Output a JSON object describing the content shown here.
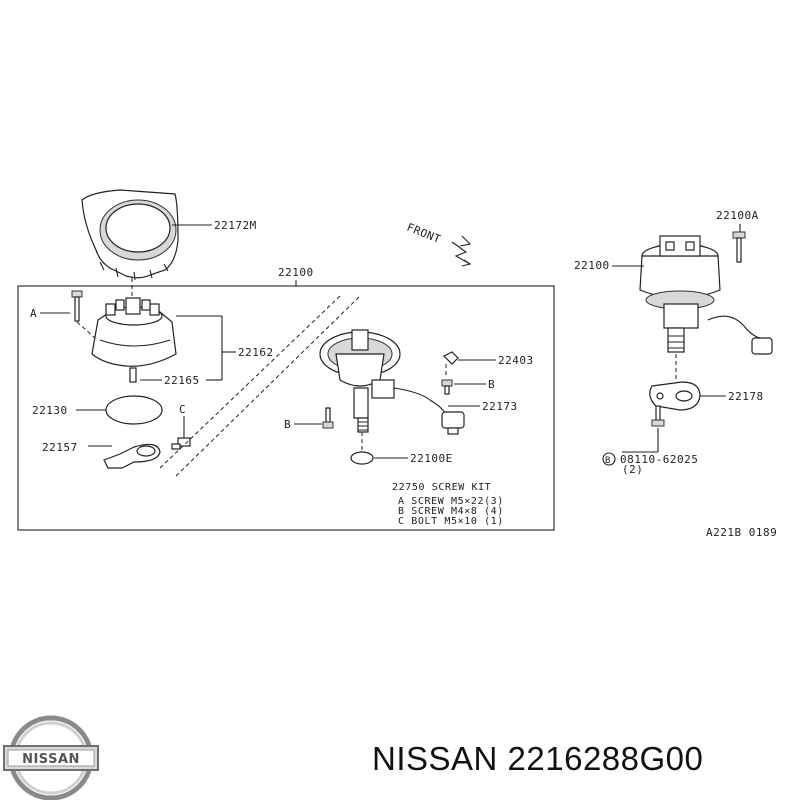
{
  "diagram": {
    "labels": {
      "cap_cover": "22172M",
      "distributor_assembly": "22100",
      "screw_a": "A",
      "distributor_cap": "22162",
      "cap_screw": "22165",
      "gasket_ring": "22130",
      "rotor_c": "C",
      "rotor_head": "22157",
      "front": "FRONT",
      "connector_clip": "22403",
      "screw_b_right": "B",
      "harness": "22173",
      "screw_b_left": "B",
      "o_ring": "22100E",
      "assembly_right": "22100",
      "bolt_right": "22100A",
      "plate": "22178",
      "bolt_circle_b": "B",
      "bolt_part": "08110-62025",
      "bolt_qty": "(2)",
      "drawing_code": "A221B 0189"
    },
    "screw_kit": {
      "title": "22750 SCREW KIT",
      "rows": [
        "A SCREW M5×22(3)",
        "B SCREW M4×8 (4)",
        "C BOLT  M5×10 (1)"
      ]
    }
  },
  "brand": {
    "logo_text": "NISSAN",
    "caption": "NISSAN 2216288G00"
  }
}
